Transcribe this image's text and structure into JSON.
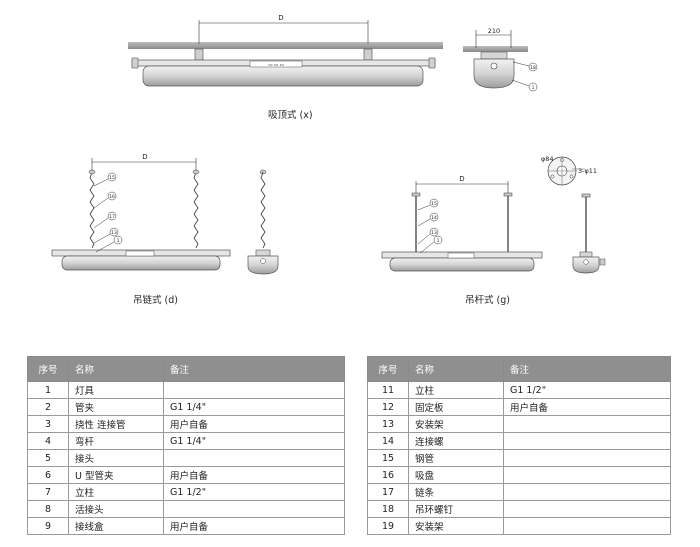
{
  "views": {
    "ceiling": {
      "caption": "吸顶式 (x)",
      "dim_d": "D",
      "dim_210": "210",
      "callouts": [
        "18",
        "1"
      ],
      "body_label": "▭ ▭ ▭"
    },
    "chain": {
      "caption": "吊链式 (d)",
      "dim_d": "D",
      "callouts": [
        "15",
        "16",
        "17",
        "13",
        "1"
      ]
    },
    "rod": {
      "caption": "吊杆式 (g)",
      "dim_d": "D",
      "callouts": [
        "15",
        "14",
        "13",
        "1"
      ],
      "plate_dia": "φ84",
      "plate_holes": "3-φ11"
    }
  },
  "tables": {
    "headers": {
      "no": "序号",
      "name": "名称",
      "note": "备注"
    },
    "left": [
      {
        "no": "1",
        "name": "灯具",
        "note": ""
      },
      {
        "no": "2",
        "name": "管夹",
        "note": "G1 1/4\""
      },
      {
        "no": "3",
        "name": "挠性 连接管",
        "note": "用户自备"
      },
      {
        "no": "4",
        "name": "弯杆",
        "note": "G1 1/4\""
      },
      {
        "no": "5",
        "name": "接头",
        "note": ""
      },
      {
        "no": "6",
        "name": "U 型管夹",
        "note": "用户自备"
      },
      {
        "no": "7",
        "name": "立柱",
        "note": "G1 1/2\""
      },
      {
        "no": "8",
        "name": "活接头",
        "note": ""
      },
      {
        "no": "9",
        "name": "接线盒",
        "note": "用户自备"
      }
    ],
    "right": [
      {
        "no": "11",
        "name": "立柱",
        "note": "G1 1/2\""
      },
      {
        "no": "12",
        "name": "固定板",
        "note": "用户自备"
      },
      {
        "no": "13",
        "name": "安装架",
        "note": ""
      },
      {
        "no": "14",
        "name": "连接螺",
        "note": ""
      },
      {
        "no": "15",
        "name": "钢管",
        "note": ""
      },
      {
        "no": "16",
        "name": "吸盘",
        "note": ""
      },
      {
        "no": "17",
        "name": "链条",
        "note": ""
      },
      {
        "no": "18",
        "name": "吊环螺钉",
        "note": ""
      },
      {
        "no": "19",
        "name": "安装架",
        "note": ""
      }
    ]
  }
}
